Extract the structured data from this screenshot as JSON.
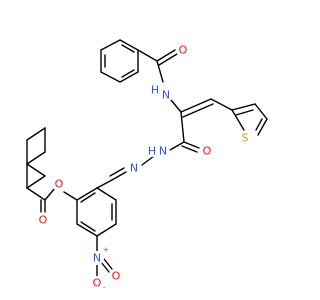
{
  "molecule": {
    "colors": {
      "carbon_bonds": "#000000",
      "oxygen": "#ff0d0d",
      "nitrogen": "#3050f8",
      "sulfur": "#c8a000",
      "background": "#ffffff"
    },
    "atom_labels": {
      "o_benzoyl_amide": "O",
      "n_amide": "N",
      "h_amide": "H",
      "s_thiophene": "S",
      "o_hydrazide": "O",
      "n_hydrazide_1": "N",
      "h_hydrazide": "H",
      "n_hydrazide_2": "N",
      "o_ester_carbonyl": "O",
      "o_ester": "O",
      "n_nitro": "N",
      "n_nitro_charge": "+",
      "o_nitro_1": "O",
      "o_nitro_2": "O",
      "o_nitro_charge": "-"
    }
  }
}
